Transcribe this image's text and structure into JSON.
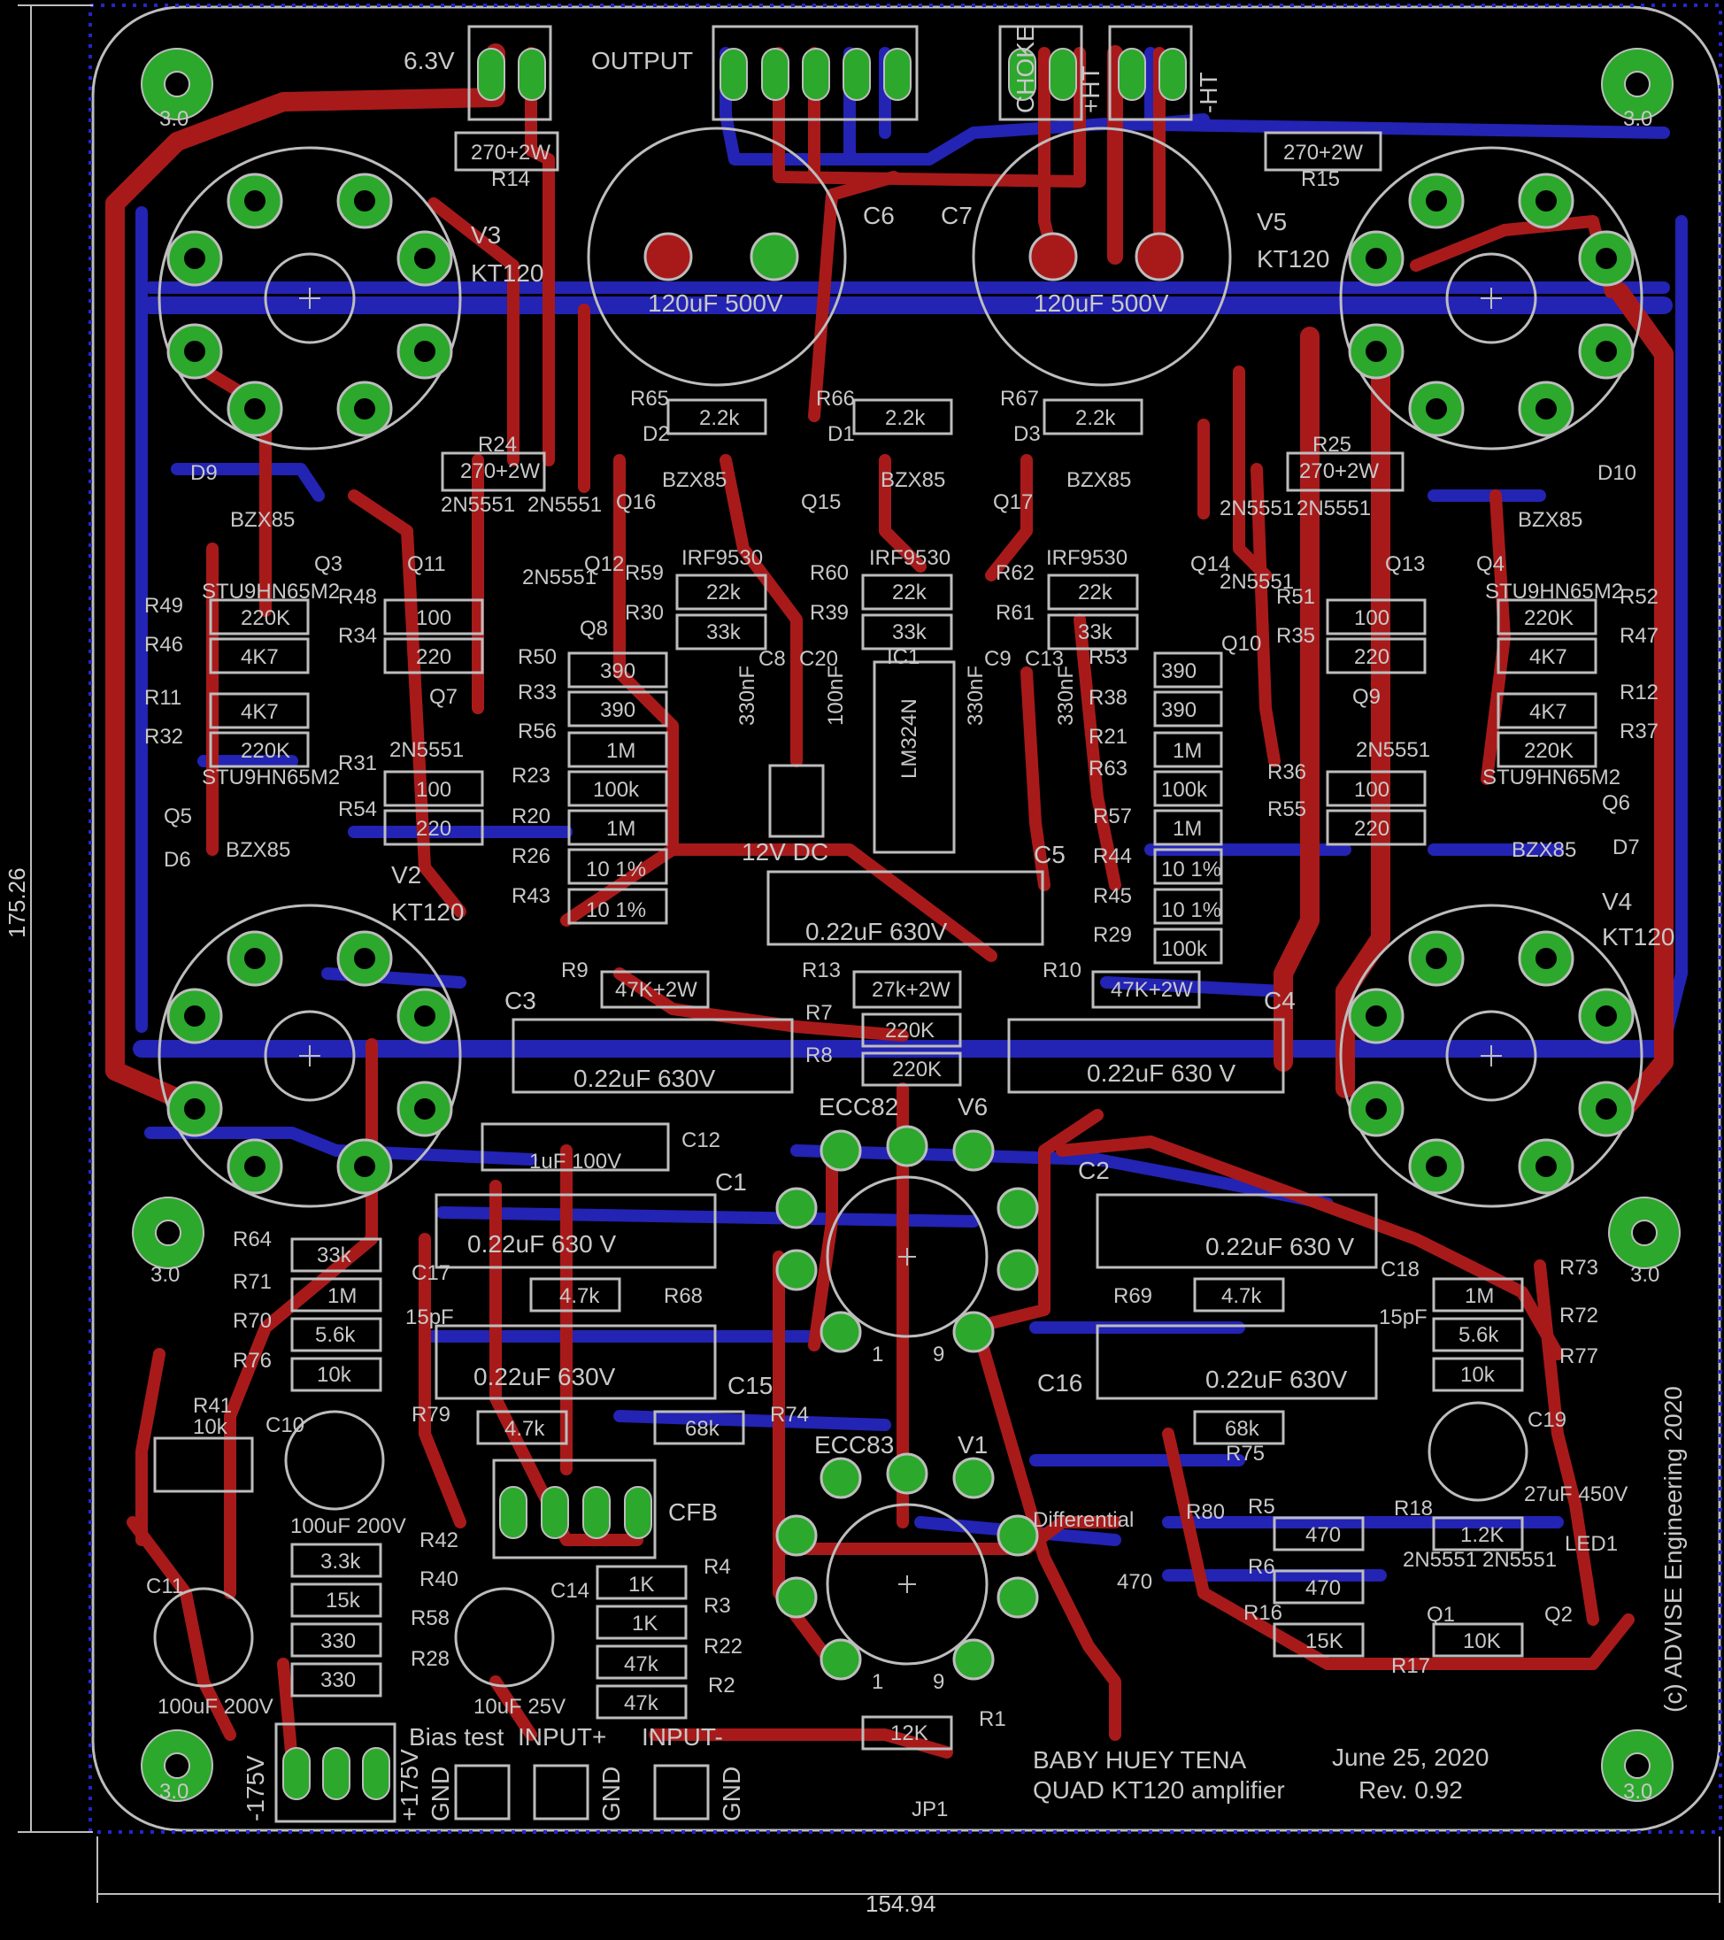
{
  "board": {
    "title_line1": "BABY HUEY TENA",
    "title_line2": "QUAD KT120 amplifier",
    "date": "June 25, 2020",
    "revision": "Rev. 0.92",
    "copyright": "(c) ADVISE Engineering 2020",
    "dim_width": "154.94",
    "dim_height": "175.26",
    "hole_label": "3.0"
  },
  "connectors": {
    "heater": "6.3V",
    "output": "OUTPUT",
    "choke": "CHOKE",
    "plus_ht": "+HT",
    "minus_ht": "-HT",
    "dc12": "12V DC",
    "cfb": "CFB",
    "bias_test": "Bias test",
    "input_plus": "INPUT+",
    "input_minus": "INPUT-",
    "gnd": "GND",
    "neg175": "-175V",
    "pos175": "+175V"
  },
  "tubes": [
    {
      "ref": "V3",
      "type": "KT120"
    },
    {
      "ref": "V5",
      "type": "KT120"
    },
    {
      "ref": "V2",
      "type": "KT120"
    },
    {
      "ref": "V4",
      "type": "KT120"
    },
    {
      "ref": "V6",
      "type": "ECC82"
    },
    {
      "ref": "V1",
      "type": "ECC83"
    }
  ],
  "caps_big": {
    "c6": "C6",
    "c7": "C7",
    "c6_val": "120uF 500V",
    "c7_val": "120uF 500V",
    "c5": "C5",
    "c5_val": "0.22uF 630V",
    "c3": "C3",
    "c3_val": "0.22uF 630V",
    "c4": "C4",
    "c4_val": "0.22uF 630 V",
    "c12": "C12",
    "c12_val": "1uF 100V",
    "c1": "C1",
    "c1_val": "0.22uF 630 V",
    "c2": "C2",
    "c2_val": "0.22uF 630 V",
    "c15": "C15",
    "c15_val": "0.22uF 630V",
    "c16": "C16",
    "c16_val": "0.22uF 630V",
    "c17": "C17",
    "c18": "C18",
    "pf15": "15pF",
    "c10": "C10",
    "c10_val": "100uF 200V",
    "c11": "C11",
    "c11_val": "100uF 200V",
    "c14": "C14",
    "c14_val": "10uF 25V",
    "c19": "C19",
    "c19_val": "27uF 450V",
    "c8": "C8",
    "c20": "C20",
    "c9": "C9",
    "c13": "C13",
    "nf330": "330nF",
    "nf100": "100nF"
  },
  "resistors": [
    {
      "ref": "R14",
      "val": "270+2W"
    },
    {
      "ref": "R15",
      "val": "270+2W"
    },
    {
      "ref": "R24",
      "val": "270+2W"
    },
    {
      "ref": "R25",
      "val": "270+2W"
    },
    {
      "ref": "R65",
      "val": "2.2k"
    },
    {
      "ref": "R66",
      "val": "2.2k"
    },
    {
      "ref": "R67",
      "val": "2.2k"
    },
    {
      "ref": "R59",
      "val": "22k"
    },
    {
      "ref": "R60",
      "val": "22k"
    },
    {
      "ref": "R62",
      "val": "22k"
    },
    {
      "ref": "R30",
      "val": "33k"
    },
    {
      "ref": "R39",
      "val": "33k"
    },
    {
      "ref": "R61",
      "val": "33k"
    },
    {
      "ref": "R49",
      "val": "220K"
    },
    {
      "ref": "R46",
      "val": "4K7"
    },
    {
      "ref": "R11",
      "val": "4K7"
    },
    {
      "ref": "R32",
      "val": "220K"
    },
    {
      "ref": "R52",
      "val": "220K"
    },
    {
      "ref": "R47",
      "val": "4K7"
    },
    {
      "ref": "R12",
      "val": "4K7"
    },
    {
      "ref": "R37",
      "val": "220K"
    },
    {
      "ref": "R48",
      "val": "100"
    },
    {
      "ref": "R34",
      "val": "220"
    },
    {
      "ref": "R31",
      "val": "100"
    },
    {
      "ref": "R54",
      "val": "220"
    },
    {
      "ref": "R51",
      "val": "100"
    },
    {
      "ref": "R35",
      "val": "220"
    },
    {
      "ref": "R36",
      "val": "100"
    },
    {
      "ref": "R55",
      "val": "220"
    },
    {
      "ref": "R50",
      "val": "390"
    },
    {
      "ref": "R33",
      "val": "390"
    },
    {
      "ref": "R56",
      "val": "1M"
    },
    {
      "ref": "R23",
      "val": "100k"
    },
    {
      "ref": "R20",
      "val": "1M"
    },
    {
      "ref": "R26",
      "val": "10 1%"
    },
    {
      "ref": "R43",
      "val": "10 1%"
    },
    {
      "ref": "R53",
      "val": "390"
    },
    {
      "ref": "R38",
      "val": "390"
    },
    {
      "ref": "R21",
      "val": "1M"
    },
    {
      "ref": "R63",
      "val": "100k"
    },
    {
      "ref": "R57",
      "val": "1M"
    },
    {
      "ref": "R44",
      "val": "10 1%"
    },
    {
      "ref": "R45",
      "val": "10 1%"
    },
    {
      "ref": "R29",
      "val": "100k"
    },
    {
      "ref": "R9",
      "val": "47K+2W"
    },
    {
      "ref": "R13",
      "val": "27k+2W"
    },
    {
      "ref": "R10",
      "val": "47K+2W"
    },
    {
      "ref": "R7",
      "val": "220K"
    },
    {
      "ref": "R8",
      "val": "220K"
    },
    {
      "ref": "R64",
      "val": "33k"
    },
    {
      "ref": "R71",
      "val": "1M"
    },
    {
      "ref": "R70",
      "val": "5.6k"
    },
    {
      "ref": "R76",
      "val": "10k"
    },
    {
      "ref": "R68",
      "val": "4.7k"
    },
    {
      "ref": "R69",
      "val": "4.7k"
    },
    {
      "ref": "R73",
      "val": "1M"
    },
    {
      "ref": "R72",
      "val": "5.6k"
    },
    {
      "ref": "R77",
      "val": "10k"
    },
    {
      "ref": "R79",
      "val": "4.7k"
    },
    {
      "ref": "R74",
      "val": "68k"
    },
    {
      "ref": "R75",
      "val": "68k"
    },
    {
      "ref": "R41",
      "val": "10k"
    },
    {
      "ref": "R42",
      "val": "3.3k"
    },
    {
      "ref": "R40",
      "val": "15k"
    },
    {
      "ref": "R58",
      "val": "330"
    },
    {
      "ref": "R28",
      "val": "330"
    },
    {
      "ref": "R4",
      "val": "1K"
    },
    {
      "ref": "R3",
      "val": "1K"
    },
    {
      "ref": "R22",
      "val": "47k"
    },
    {
      "ref": "R2",
      "val": "47k"
    },
    {
      "ref": "R1",
      "val": "12K"
    },
    {
      "ref": "R5",
      "val": "470"
    },
    {
      "ref": "R6",
      "val": "470"
    },
    {
      "ref": "R18",
      "val": "1.2K"
    },
    {
      "ref": "R16",
      "val": "15K"
    },
    {
      "ref": "R17",
      "val": "10K"
    },
    {
      "ref": "R80",
      "val": "470"
    }
  ],
  "semis": {
    "bzx85": "BZX85",
    "irf9530": "IRF9530",
    "stu": "STU9HN65M2",
    "npn": "2N5551",
    "ic_part": "LM324N",
    "ic1": "IC1",
    "d1": "D1",
    "d2": "D2",
    "d3": "D3",
    "d6": "D6",
    "d7": "D7",
    "d9": "D9",
    "d10": "D10",
    "q1": "Q1",
    "q2": "Q2",
    "q3": "Q3",
    "q4": "Q4",
    "q5": "Q5",
    "q6": "Q6",
    "q7": "Q7",
    "q8": "Q8",
    "q9": "Q9",
    "q10": "Q10",
    "q11": "Q11",
    "q12": "Q12",
    "q13": "Q13",
    "q14": "Q14",
    "q15": "Q15",
    "q16": "Q16",
    "q17": "Q17",
    "led1": "LED1",
    "jp1": "JP1",
    "differential": "Differential",
    "tube_pin_1": "1",
    "tube_pin_9": "9"
  },
  "colors": {
    "background": "#000000",
    "top_copper": "#b01c1c",
    "bottom_copper": "#2020b8",
    "pad": "#2ca82c",
    "silk": "#c8c8c8",
    "outline": "#2626c8"
  }
}
